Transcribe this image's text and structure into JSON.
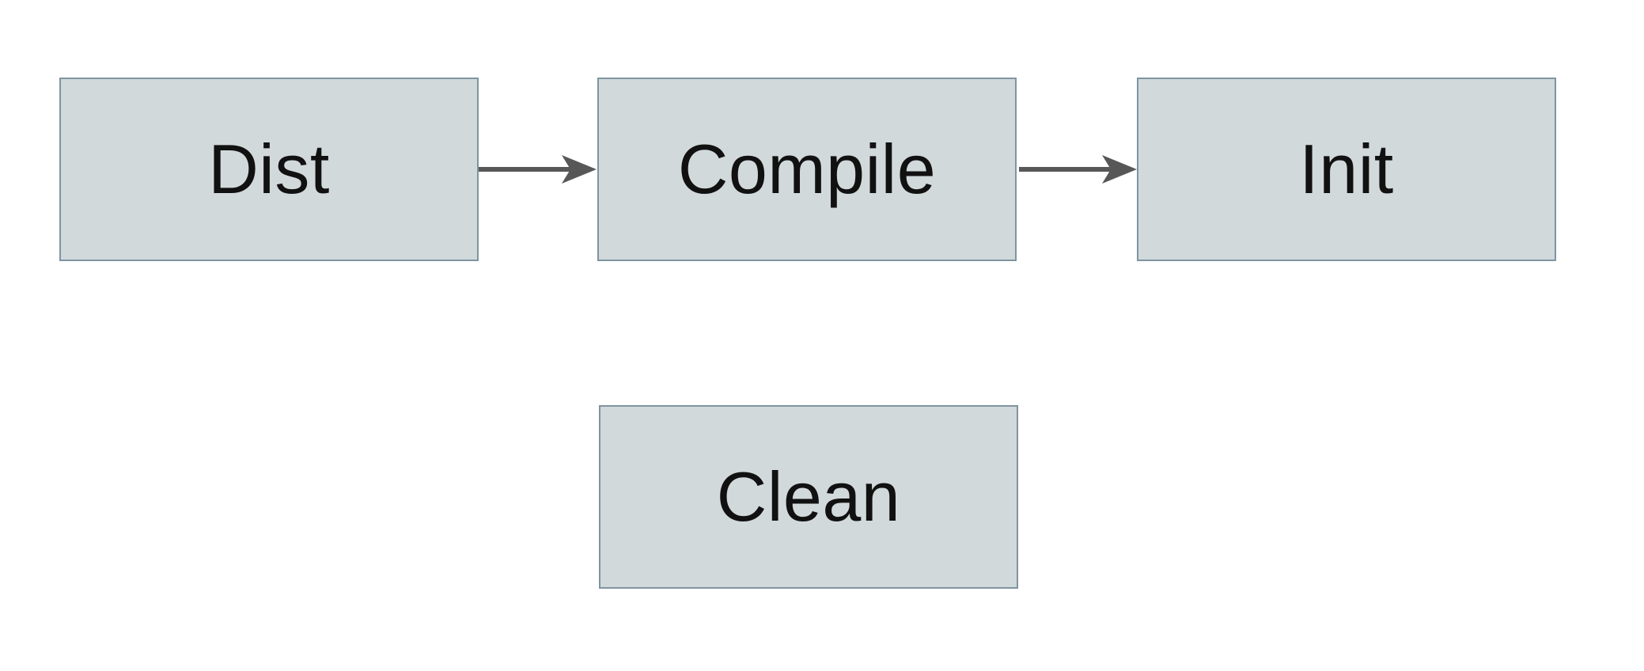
{
  "diagram": {
    "type": "flowchart",
    "background_color": "#ffffff",
    "node_fill_color": "#d2d9db",
    "node_border_color": "#7e95a0",
    "arrow_color": "#575757",
    "text_color": "#111111",
    "nodes": [
      {
        "id": "dist",
        "label": "Dist"
      },
      {
        "id": "compile",
        "label": "Compile"
      },
      {
        "id": "init",
        "label": "Init"
      },
      {
        "id": "clean",
        "label": "Clean"
      }
    ],
    "edges": [
      {
        "from": "dist",
        "to": "compile",
        "direction": "right"
      },
      {
        "from": "compile",
        "to": "init",
        "direction": "right"
      }
    ]
  }
}
